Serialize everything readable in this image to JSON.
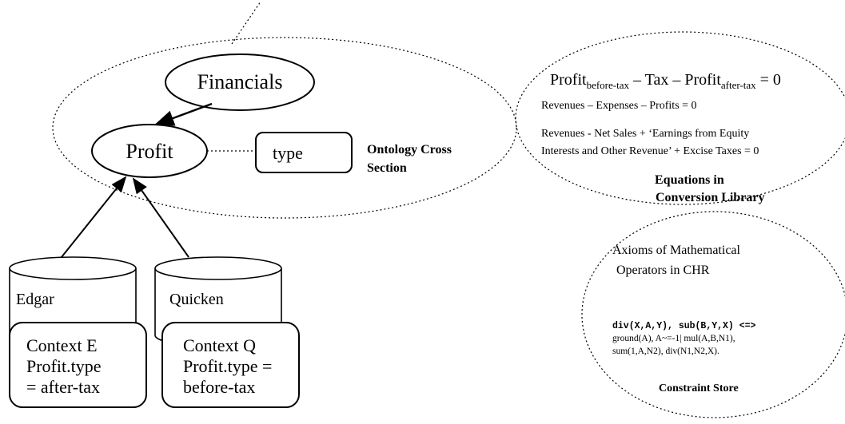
{
  "ontology": {
    "financials_label": "Financials",
    "profit_label": "Profit",
    "type_label": "type",
    "caption_line1": "Ontology Cross",
    "caption_line2": "Section"
  },
  "sources": [
    {
      "name": "Edgar",
      "context_lines": [
        "Context E",
        "Profit.type",
        "= after-tax"
      ]
    },
    {
      "name": "Quicken",
      "context_lines": [
        "Context Q",
        "Profit.type =",
        "before-tax"
      ]
    }
  ],
  "conversion_library": {
    "main_equation": {
      "part1": "Profit",
      "sub1": "before-tax",
      "part2": " – Tax – Profit",
      "sub2": "after-tax",
      "part3": " = 0"
    },
    "equation2": "Revenues – Expenses – Profits = 0",
    "equation3_line1": "Revenues  - Net Sales + ‘Earnings from Equity",
    "equation3_line2": "Interests and Other Revenue’ + Excise Taxes = 0",
    "caption_line1": "Equations in",
    "caption_line2": "Conversion Library"
  },
  "constraint_store": {
    "title_line1": "Axioms of Mathematical",
    "title_line2": "Operators in CHR",
    "rule_head": "div(X,A,Y), sub(B,Y,X) <=>",
    "rule_body_line1": "ground(A), A~=-1| mul(A,B,N1),",
    "rule_body_line2": "sum(1,A,N2), div(N1,N2,X).",
    "caption": "Constraint Store"
  }
}
